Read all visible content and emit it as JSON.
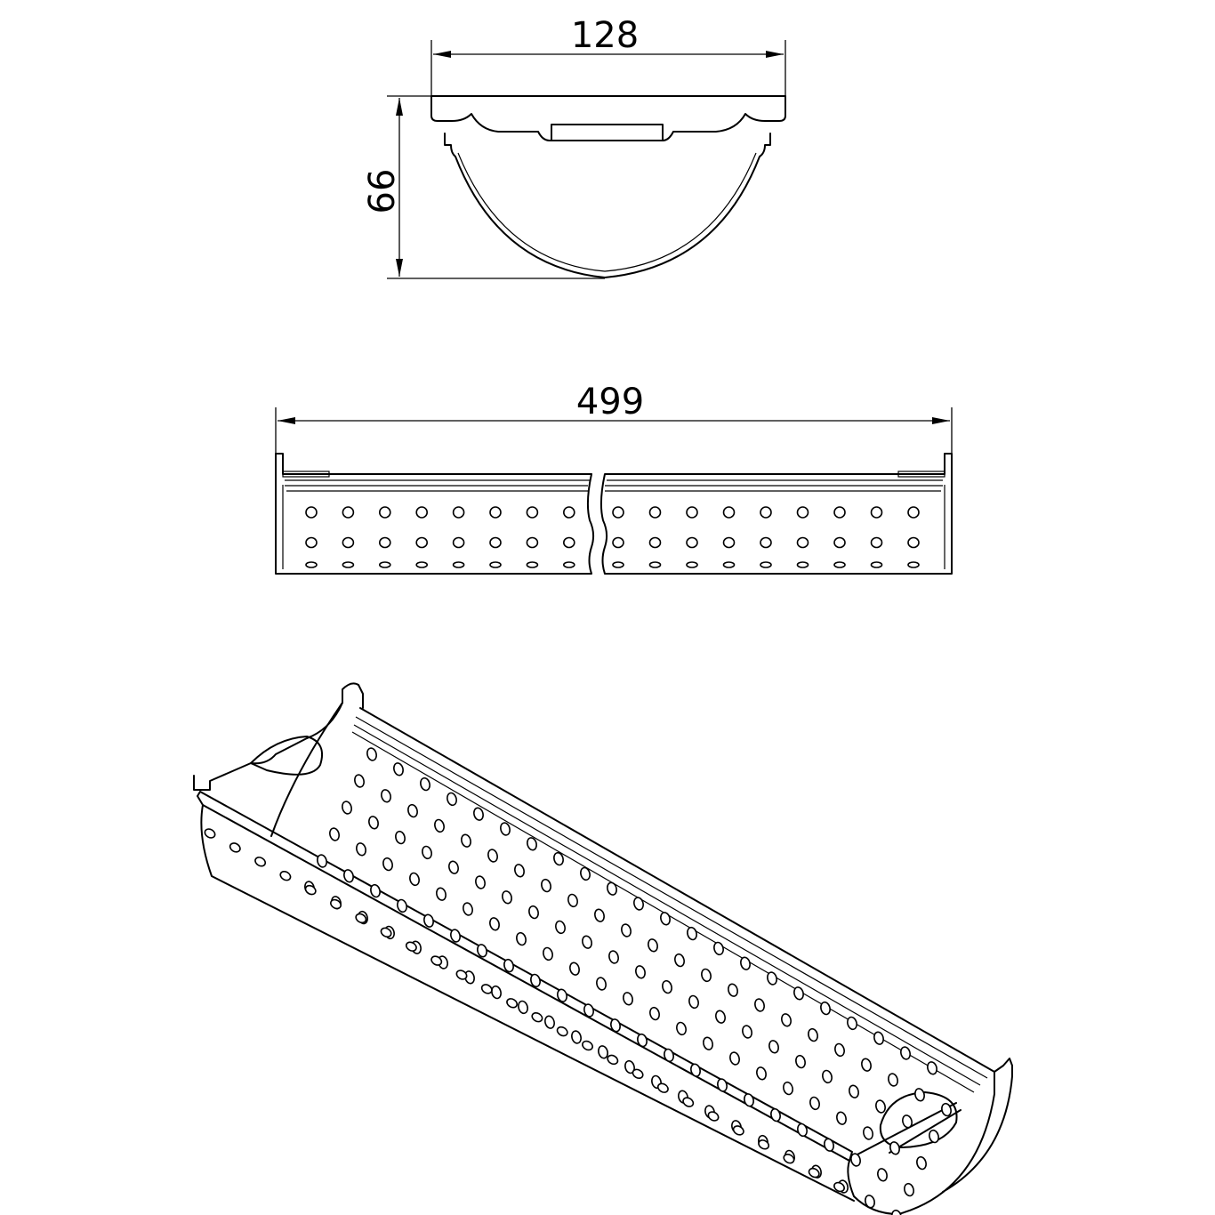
{
  "drawing": {
    "cross_section": {
      "width_label": "128",
      "height_label": "66"
    },
    "side_view": {
      "length_label": "499"
    },
    "isometric_view": {}
  },
  "colors": {
    "line": "#000000",
    "background": "#ffffff"
  }
}
